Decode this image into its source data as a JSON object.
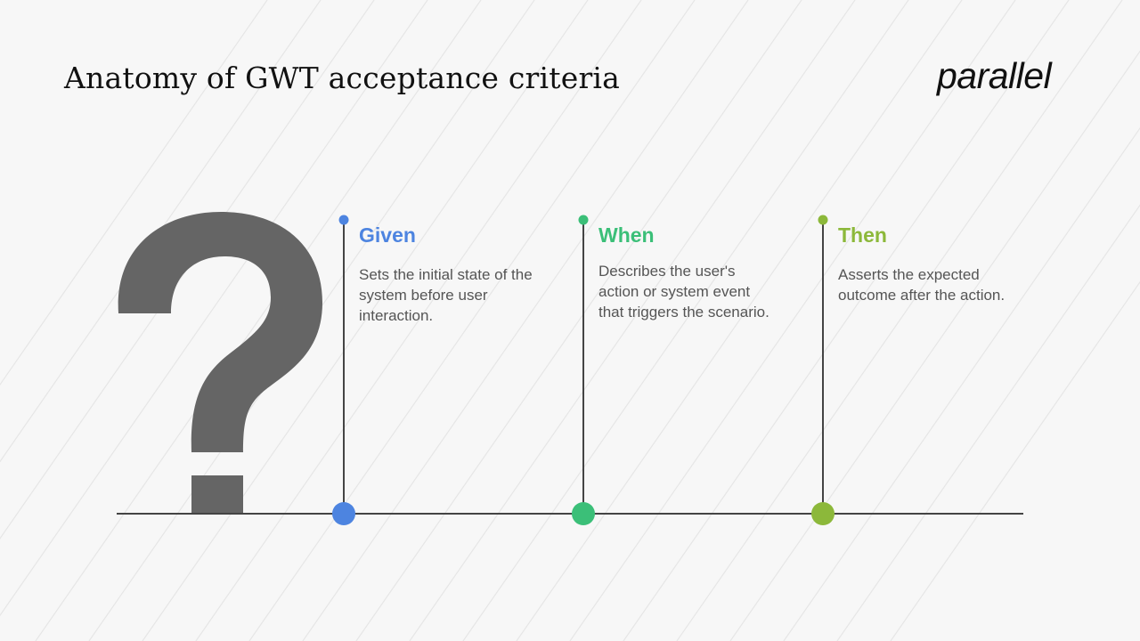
{
  "header": {
    "title": "Anatomy of GWT acceptance criteria",
    "logo_text": "parallel"
  },
  "diagram": {
    "icon": "question-mark-icon",
    "steps": [
      {
        "label": "Given",
        "color": "#4d84e0",
        "description": "Sets the initial state of the system before user interaction."
      },
      {
        "label": "When",
        "color": "#3bbf78",
        "description": "Describes the user's action or system event that triggers the scenario."
      },
      {
        "label": "Then",
        "color": "#8cb83a",
        "description": "Asserts the expected outcome after the action."
      }
    ]
  },
  "colors": {
    "line": "#444444",
    "question_mark": "#656565",
    "background": "#f7f7f7"
  }
}
